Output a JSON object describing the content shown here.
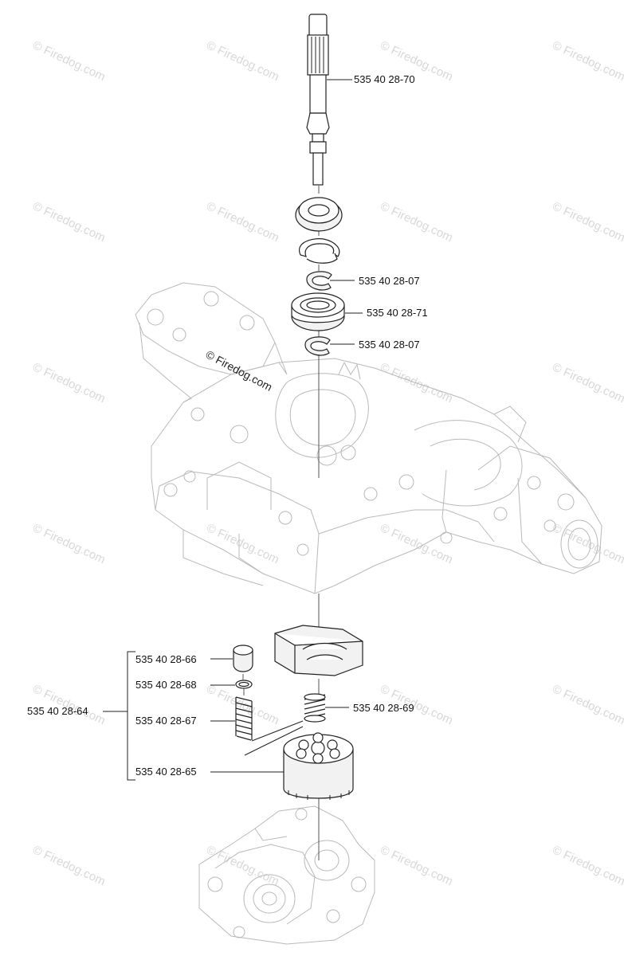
{
  "watermark": "© Firedog.com",
  "credit": "© Firedog.com",
  "parts": [
    {
      "id": "shaft",
      "number": "535 40 28-70"
    },
    {
      "id": "snap-ring-upper",
      "number": "535 40 28-07"
    },
    {
      "id": "bearing",
      "number": "535 40 28-71"
    },
    {
      "id": "snap-ring-lower",
      "number": "535 40 28-07"
    },
    {
      "id": "piston",
      "number": "535 40 28-66"
    },
    {
      "id": "piston-ring",
      "number": "535 40 28-68"
    },
    {
      "id": "piston-spring",
      "number": "535 40 28-67"
    },
    {
      "id": "cylinder-block",
      "number": "535 40 28-65"
    },
    {
      "id": "center-spring",
      "number": "535 40 28-69"
    }
  ],
  "group_kit": {
    "number": "535 40 28-64"
  }
}
